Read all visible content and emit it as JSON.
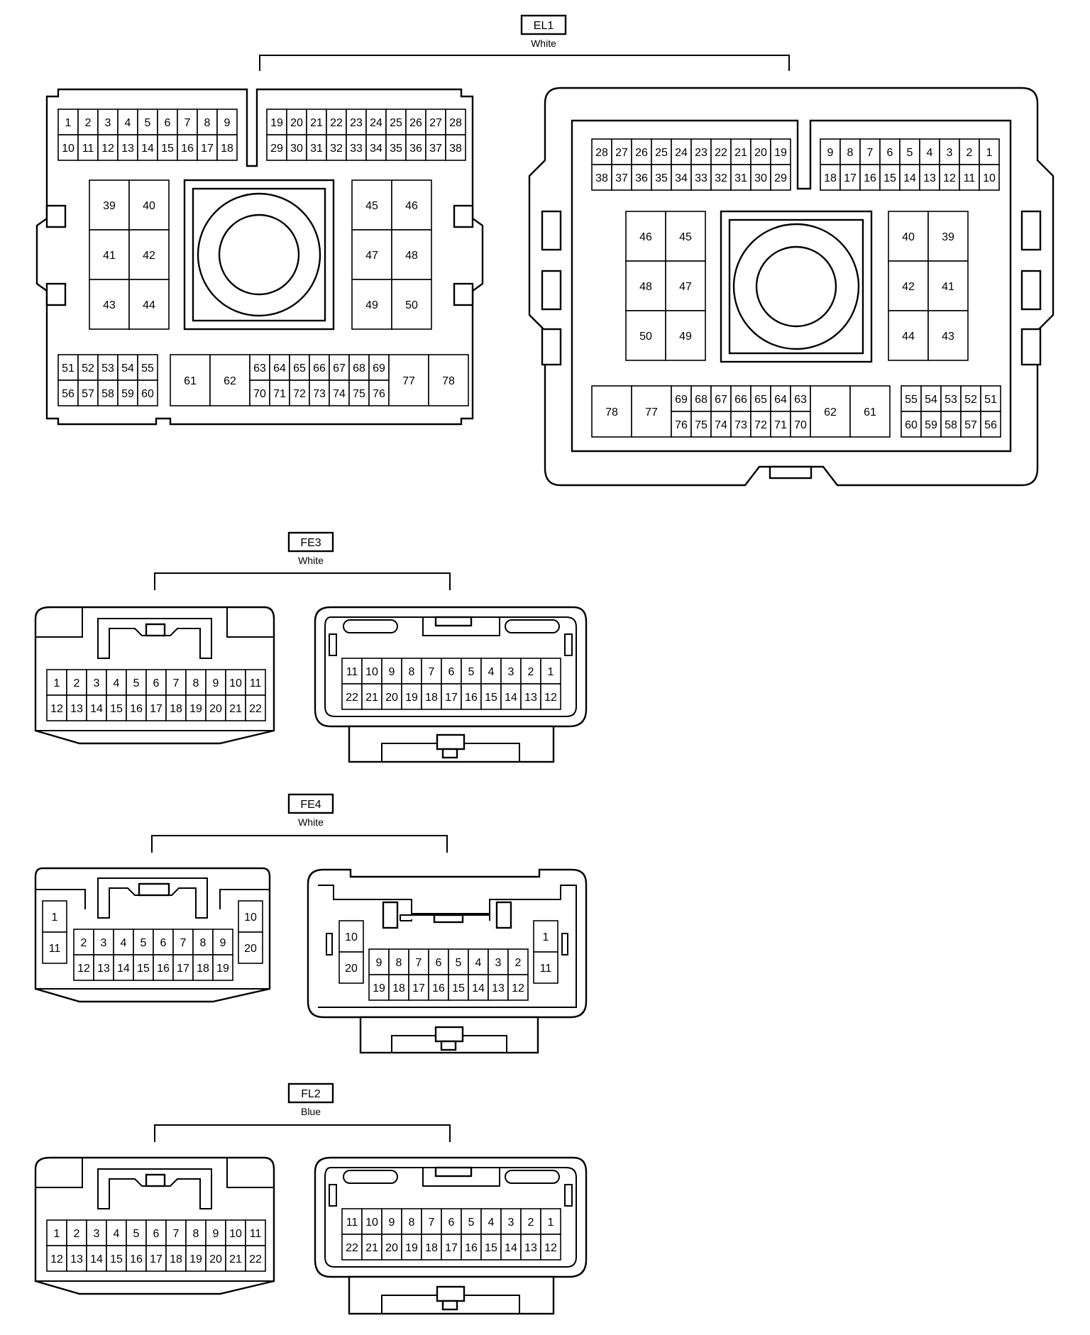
{
  "connectors": {
    "EL1": {
      "code": "EL1",
      "color": "White",
      "left_view": {
        "top_left_rows": [
          [
            "1",
            "2",
            "3",
            "4",
            "5",
            "6",
            "7",
            "8",
            "9"
          ],
          [
            "10",
            "11",
            "12",
            "13",
            "14",
            "15",
            "16",
            "17",
            "18"
          ]
        ],
        "top_right_rows": [
          [
            "19",
            "20",
            "21",
            "22",
            "23",
            "24",
            "25",
            "26",
            "27",
            "28"
          ],
          [
            "29",
            "30",
            "31",
            "32",
            "33",
            "34",
            "35",
            "36",
            "37",
            "38"
          ]
        ],
        "block_left": [
          [
            "39",
            "40"
          ],
          [
            "41",
            "42"
          ],
          [
            "43",
            "44"
          ]
        ],
        "block_right": [
          [
            "45",
            "46"
          ],
          [
            "47",
            "48"
          ],
          [
            "49",
            "50"
          ]
        ],
        "bottom_left_rows": [
          [
            "51",
            "52",
            "53",
            "54",
            "55"
          ],
          [
            "56",
            "57",
            "58",
            "59",
            "60"
          ]
        ],
        "bottom_big_left": [
          "61",
          "62"
        ],
        "bottom_mid_rows": [
          [
            "63",
            "64",
            "65",
            "66",
            "67",
            "68",
            "69"
          ],
          [
            "70",
            "71",
            "72",
            "73",
            "74",
            "75",
            "76"
          ]
        ],
        "bottom_big_right": [
          "77",
          "78"
        ]
      },
      "right_view": {
        "top_left_rows": [
          [
            "28",
            "27",
            "26",
            "25",
            "24",
            "23",
            "22",
            "21",
            "20",
            "19"
          ],
          [
            "38",
            "37",
            "36",
            "35",
            "34",
            "33",
            "32",
            "31",
            "30",
            "29"
          ]
        ],
        "top_right_rows": [
          [
            "9",
            "8",
            "7",
            "6",
            "5",
            "4",
            "3",
            "2",
            "1"
          ],
          [
            "18",
            "17",
            "16",
            "15",
            "14",
            "13",
            "12",
            "11",
            "10"
          ]
        ],
        "block_left": [
          [
            "46",
            "45"
          ],
          [
            "48",
            "47"
          ],
          [
            "50",
            "49"
          ]
        ],
        "block_right": [
          [
            "40",
            "39"
          ],
          [
            "42",
            "41"
          ],
          [
            "44",
            "43"
          ]
        ],
        "bottom_big_left": [
          "78",
          "77"
        ],
        "bottom_mid_rows": [
          [
            "69",
            "68",
            "67",
            "66",
            "65",
            "64",
            "63"
          ],
          [
            "76",
            "75",
            "74",
            "73",
            "72",
            "71",
            "70"
          ]
        ],
        "bottom_big_right": [
          "62",
          "61"
        ],
        "bottom_right_rows": [
          [
            "55",
            "54",
            "53",
            "52",
            "51"
          ],
          [
            "60",
            "59",
            "58",
            "57",
            "56"
          ]
        ]
      }
    },
    "FE3": {
      "code": "FE3",
      "color": "White",
      "left_rows": [
        [
          "1",
          "2",
          "3",
          "4",
          "5",
          "6",
          "7",
          "8",
          "9",
          "10",
          "11"
        ],
        [
          "12",
          "13",
          "14",
          "15",
          "16",
          "17",
          "18",
          "19",
          "20",
          "21",
          "22"
        ]
      ],
      "right_rows": [
        [
          "11",
          "10",
          "9",
          "8",
          "7",
          "6",
          "5",
          "4",
          "3",
          "2",
          "1"
        ],
        [
          "22",
          "21",
          "20",
          "19",
          "18",
          "17",
          "16",
          "15",
          "14",
          "13",
          "12"
        ]
      ]
    },
    "FE4": {
      "code": "FE4",
      "color": "White",
      "left_side_left": [
        "1",
        "11"
      ],
      "left_rows": [
        [
          "2",
          "3",
          "4",
          "5",
          "6",
          "7",
          "8",
          "9"
        ],
        [
          "12",
          "13",
          "14",
          "15",
          "16",
          "17",
          "18",
          "19"
        ]
      ],
      "left_side_right": [
        "10",
        "20"
      ],
      "right_side_left": [
        "10",
        "20"
      ],
      "right_rows": [
        [
          "9",
          "8",
          "7",
          "6",
          "5",
          "4",
          "3",
          "2"
        ],
        [
          "19",
          "18",
          "17",
          "16",
          "15",
          "14",
          "13",
          "12"
        ]
      ],
      "right_side_right": [
        "1",
        "11"
      ]
    },
    "FL2": {
      "code": "FL2",
      "color": "Blue",
      "left_rows": [
        [
          "1",
          "2",
          "3",
          "4",
          "5",
          "6",
          "7",
          "8",
          "9",
          "10",
          "11"
        ],
        [
          "12",
          "13",
          "14",
          "15",
          "16",
          "17",
          "18",
          "19",
          "20",
          "21",
          "22"
        ]
      ],
      "right_rows": [
        [
          "11",
          "10",
          "9",
          "8",
          "7",
          "6",
          "5",
          "4",
          "3",
          "2",
          "1"
        ],
        [
          "22",
          "21",
          "20",
          "19",
          "18",
          "17",
          "16",
          "15",
          "14",
          "13",
          "12"
        ]
      ]
    }
  }
}
